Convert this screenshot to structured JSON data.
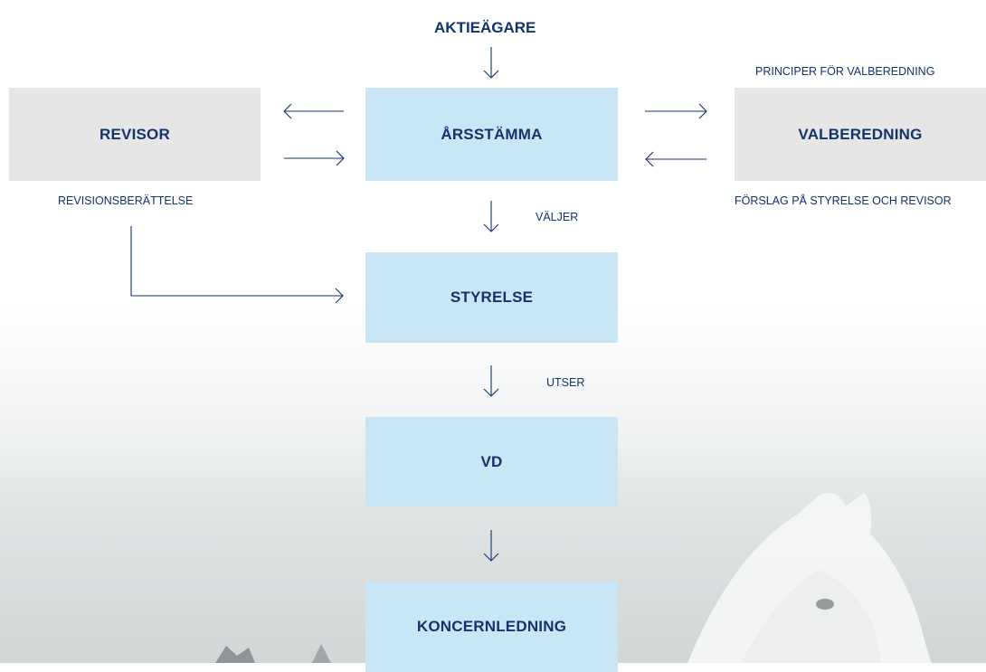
{
  "top_label": "AKTIEÄGARE",
  "boxes": {
    "revisor": "REVISOR",
    "arsstamma": "ÅRSSTÄMMA",
    "valberedning": "VALBEREDNING",
    "styrelse": "STYRELSE",
    "vd": "VD",
    "koncernledning": "KONCERNLEDNING"
  },
  "labels": {
    "principer": "PRINCIPER FÖR VALBEREDNING",
    "revisionsberattelse": "REVISIONSBERÄTTELSE",
    "forslag": "FÖRSLAG PÅ STYRELSE OCH REVISOR",
    "valjer": "VÄLJER",
    "utser": "UTSER"
  },
  "colors": {
    "text": "#13336b",
    "primary_box": "#c8e6f5",
    "secondary_box": "#e6e6e6"
  }
}
